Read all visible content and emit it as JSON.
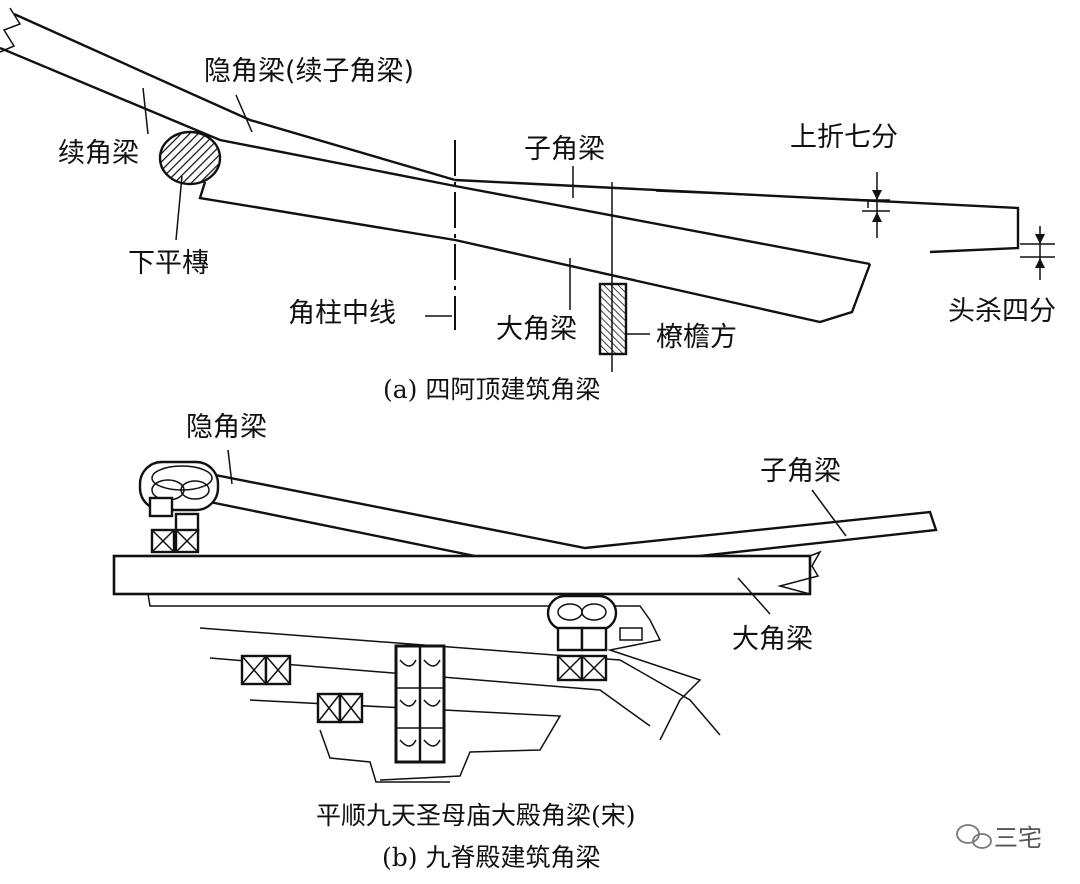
{
  "diagram_a": {
    "labels": {
      "hidden_corner_beam": "隐角梁(续子角梁)",
      "continued_corner_beam": "续角梁",
      "sub_corner_beam": "子角梁",
      "upfold": "上折七分",
      "lower_purlin": "下平槫",
      "corner_column_centerline": "角柱中线",
      "main_corner_beam": "大角梁",
      "eave_beam": "橑檐方",
      "head_cut": "头杀四分"
    },
    "caption": "(a) 四阿顶建筑角梁"
  },
  "diagram_b": {
    "labels": {
      "hidden_corner_beam": "隐角梁",
      "sub_corner_beam": "子角梁",
      "main_corner_beam": "大角梁"
    },
    "subtitle": "平顺九天圣母庙大殿角梁(宋)",
    "caption": "(b) 九脊殿建筑角梁"
  },
  "watermark": {
    "text": "三宅",
    "icon": "wechat-icon"
  }
}
